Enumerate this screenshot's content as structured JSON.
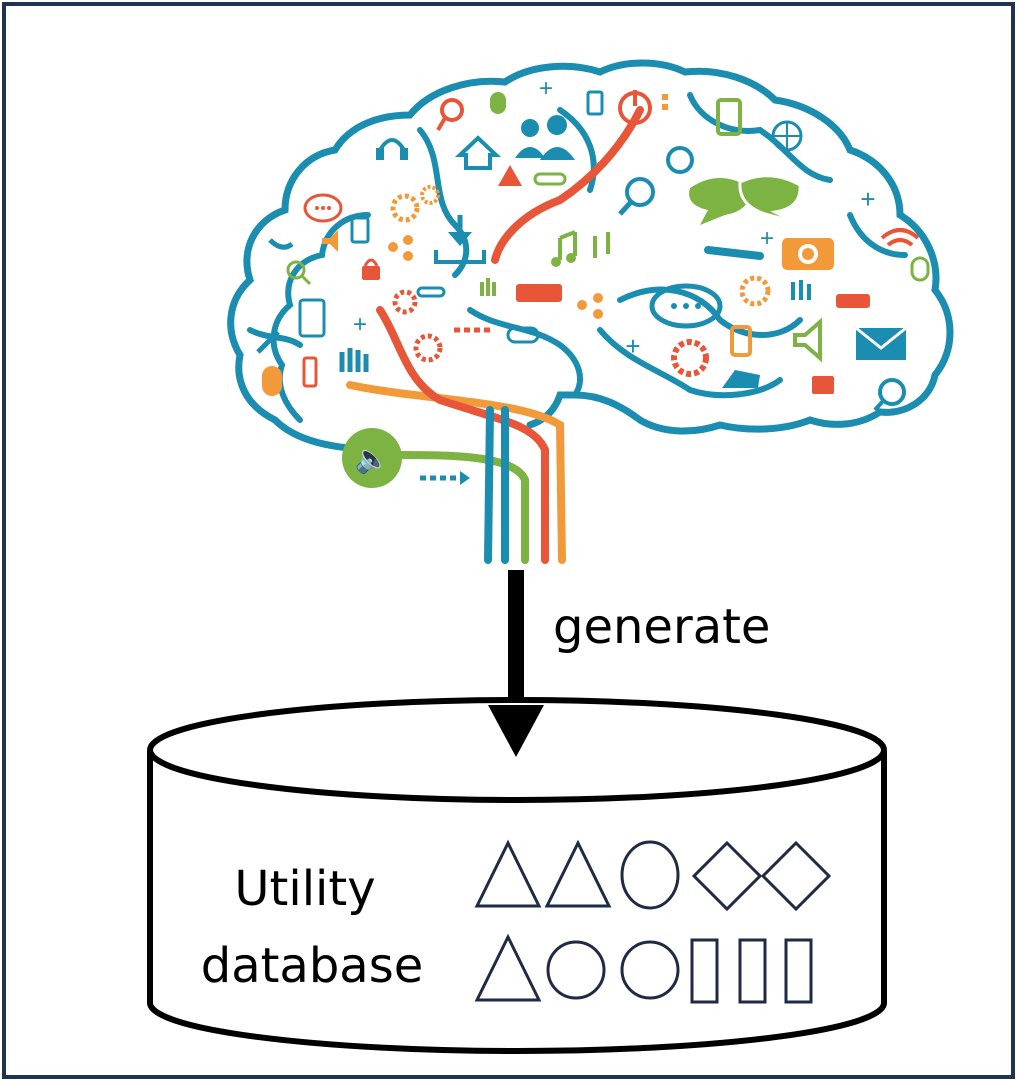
{
  "arrow": {
    "label": "generate"
  },
  "database": {
    "label_line1": "Utility",
    "label_line2": "database",
    "rows": [
      [
        "triangle",
        "triangle",
        "ellipse",
        "diamond",
        "diamond"
      ],
      [
        "triangle",
        "circle",
        "circle",
        "rectangle",
        "rectangle",
        "rectangle"
      ]
    ]
  },
  "colors": {
    "frame": "#1f3353",
    "brain_outline": "#1a8db0",
    "accent_orange": "#f29a3a",
    "accent_red": "#e8563a",
    "accent_green": "#7cb342",
    "accent_blue": "#1a8db0",
    "shape_stroke": "#1f2a44"
  },
  "brain": {
    "icons": [
      "magnifier-icon",
      "mouse-icon",
      "phone-icon",
      "power-icon",
      "mobile-icon",
      "globe-icon",
      "home-icon",
      "users-icon",
      "satellite-icon",
      "headset-icon",
      "warning-icon",
      "link-icon",
      "speech-bubble-icon",
      "gear-icon",
      "download-icon",
      "music-icon",
      "camera-icon",
      "wrench-icon",
      "wifi-icon",
      "hand-icon",
      "envelope-icon",
      "speaker-icon",
      "lock-icon",
      "keyboard-icon",
      "share-icon",
      "plus-icon"
    ]
  }
}
